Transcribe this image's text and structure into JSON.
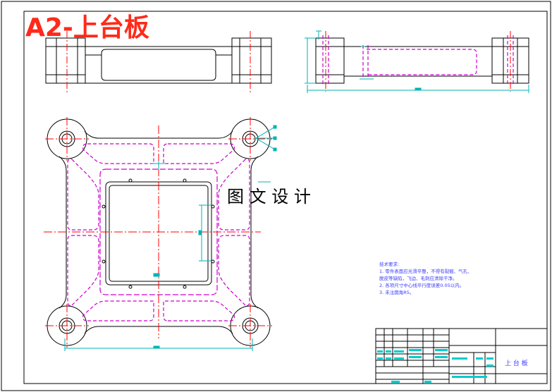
{
  "drawing": {
    "title": "A2-上台板",
    "watermark": "图 文 设 计",
    "colors": {
      "title": "#ff2a1a",
      "outline": "#000000",
      "center": "#ff0000",
      "part": "#cc00cc",
      "dimension": "#00b3b3",
      "note": "#3b3bff",
      "block": "#00cccc"
    },
    "notes": {
      "heading": "技术要求:",
      "lines": [
        "1. 零件表面应光滑平整，不得有裂痕、气孔、",
        "   脱皮等缺陷，飞边、毛刺应清除干净。",
        "2. 各项尺寸中心线平行度误差0.05以内。",
        "3. 未注圆角R5。"
      ]
    },
    "title_block": {
      "part_name": "上 台 板"
    }
  }
}
